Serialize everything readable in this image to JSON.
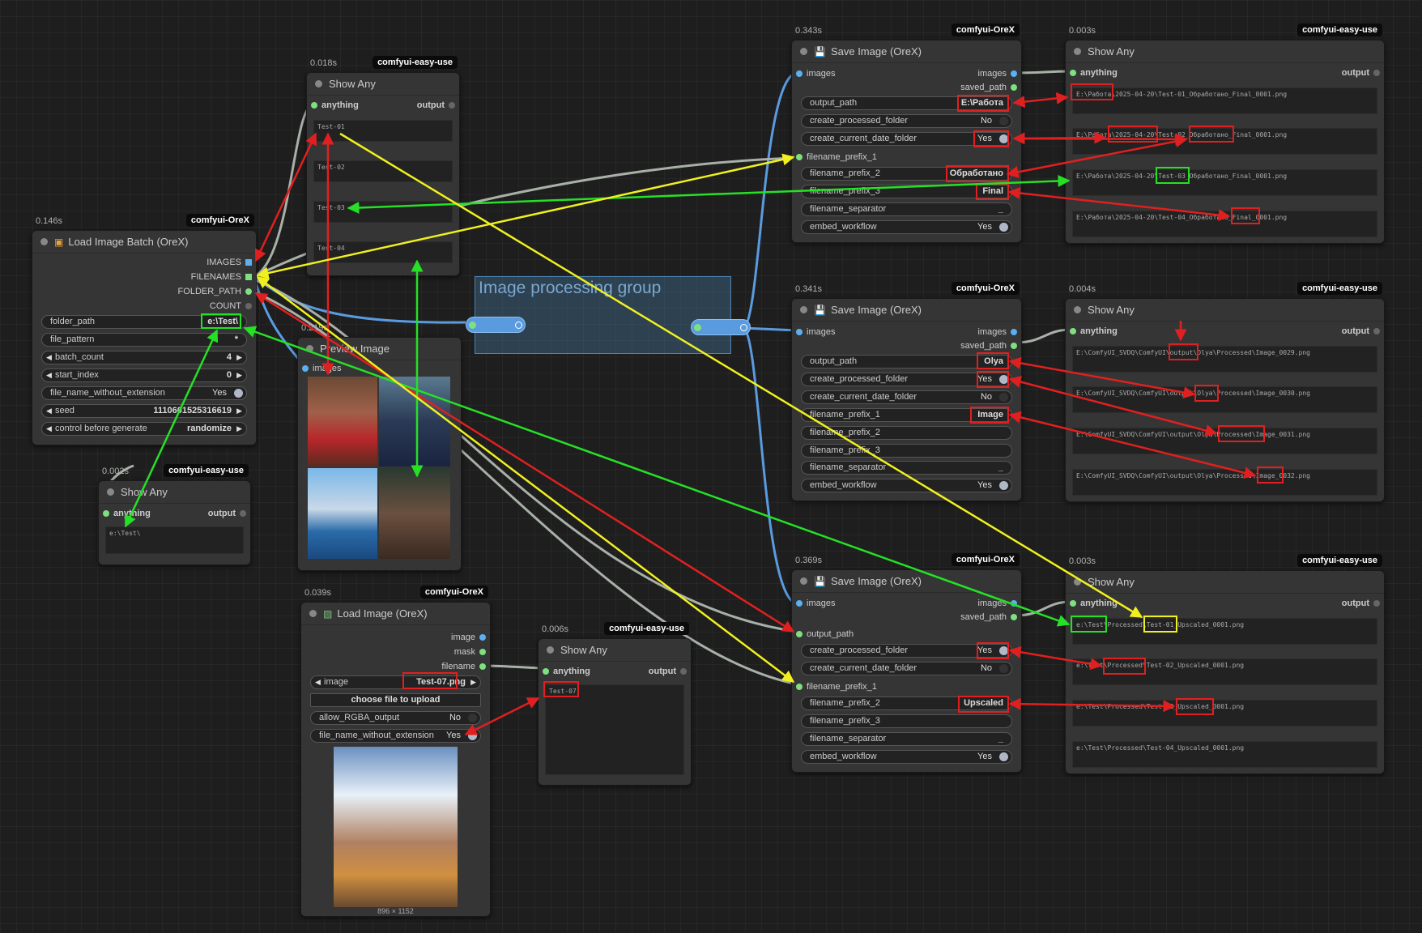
{
  "colors": {
    "images": "#5ab0f0",
    "string": "#7ee07e",
    "red": "#e02020",
    "green": "#26e026",
    "yellow": "#f0f020",
    "wire_gray": "#a8b0a8",
    "wire_blue": "#5a9be0"
  },
  "group": {
    "title": "Image processing group"
  },
  "reroutes": [
    "Reroute",
    "Reroute"
  ],
  "load_batch": {
    "time": "0.146s",
    "badge": "comfyui-OreX",
    "icon": "package-icon",
    "title": "Load Image Batch (OreX)",
    "outputs": [
      "IMAGES",
      "FILENAMES",
      "FOLDER_PATH",
      "COUNT"
    ],
    "widgets": {
      "folder_path": {
        "label": "folder_path",
        "value": "e:\\Test\\"
      },
      "file_pattern": {
        "label": "file_pattern",
        "value": "*"
      },
      "batch_count": {
        "label": "batch_count",
        "value": "4"
      },
      "start_index": {
        "label": "start_index",
        "value": "0"
      },
      "fnwe": {
        "label": "file_name_without_extension",
        "value": "Yes"
      },
      "seed": {
        "label": "seed",
        "value": "1110601525316619"
      },
      "cbg": {
        "label": "control before generate",
        "value": "randomize"
      }
    }
  },
  "show_any_1": {
    "time": "0.018s",
    "badge": "comfyui-easy-use",
    "title": "Show Any",
    "input": "anything",
    "output": "output",
    "texts": [
      "Test-01",
      "Test-02",
      "Test-03",
      "Test-04"
    ]
  },
  "show_any_2": {
    "time": "0.002s",
    "badge": "comfyui-easy-use",
    "title": "Show Any",
    "input": "anything",
    "output": "output",
    "texts": [
      "e:\\Test\\"
    ]
  },
  "preview": {
    "time": "0.219s",
    "title": "Preview Image",
    "input": "images"
  },
  "load_image": {
    "time": "0.039s",
    "badge": "comfyui-OreX",
    "title": "Load Image (OreX)",
    "outputs": [
      "image",
      "mask",
      "filename"
    ],
    "widgets": {
      "image": {
        "label": "image",
        "value": "Test-07.png"
      },
      "upload": "choose file to upload",
      "rgba": {
        "label": "allow_RGBA_output",
        "value": "No"
      },
      "fnwe": {
        "label": "file_name_without_extension",
        "value": "Yes"
      }
    },
    "size": "896 × 1152"
  },
  "show_any_3": {
    "time": "0.006s",
    "badge": "comfyui-easy-use",
    "title": "Show Any",
    "input": "anything",
    "output": "output",
    "texts": [
      "Test-07"
    ]
  },
  "save_1": {
    "time": "0.343s",
    "badge": "comfyui-OreX",
    "title": "Save Image (OreX)",
    "inputs": [
      "images",
      "filename_prefix_1"
    ],
    "outputs": [
      "images",
      "saved_path"
    ],
    "widgets": {
      "output_path": {
        "label": "output_path",
        "value": "E:\\Работа"
      },
      "cpf": {
        "label": "create_processed_folder",
        "value": "No"
      },
      "ccdf": {
        "label": "create_current_date_folder",
        "value": "Yes"
      },
      "fp2": {
        "label": "filename_prefix_2",
        "value": "Обработано"
      },
      "fp3": {
        "label": "filename_prefix_3",
        "value": "Final"
      },
      "sep": {
        "label": "filename_separator",
        "value": "_"
      },
      "emb": {
        "label": "embed_workflow",
        "value": "Yes"
      }
    }
  },
  "save_2": {
    "time": "0.341s",
    "badge": "comfyui-OreX",
    "title": "Save Image (OreX)",
    "inputs": [
      "images"
    ],
    "outputs": [
      "images",
      "saved_path"
    ],
    "widgets": {
      "output_path": {
        "label": "output_path",
        "value": "Olya"
      },
      "cpf": {
        "label": "create_processed_folder",
        "value": "Yes"
      },
      "ccdf": {
        "label": "create_current_date_folder",
        "value": "No"
      },
      "fp1": {
        "label": "filename_prefix_1",
        "value": "Image"
      },
      "fp2": {
        "label": "filename_prefix_2",
        "value": ""
      },
      "fp3": {
        "label": "filename_prefix_3",
        "value": ""
      },
      "sep": {
        "label": "filename_separator",
        "value": "_"
      },
      "emb": {
        "label": "embed_workflow",
        "value": "Yes"
      }
    }
  },
  "save_3": {
    "time": "0.369s",
    "badge": "comfyui-OreX",
    "title": "Save Image (OreX)",
    "inputs": [
      "images",
      "output_path",
      "filename_prefix_1"
    ],
    "outputs": [
      "images",
      "saved_path"
    ],
    "widgets": {
      "cpf": {
        "label": "create_processed_folder",
        "value": "Yes"
      },
      "ccdf": {
        "label": "create_current_date_folder",
        "value": "No"
      },
      "fp2": {
        "label": "filename_prefix_2",
        "value": "Upscaled"
      },
      "fp3": {
        "label": "filename_prefix_3",
        "value": ""
      },
      "sep": {
        "label": "filename_separator",
        "value": "_"
      },
      "emb": {
        "label": "embed_workflow",
        "value": "Yes"
      }
    }
  },
  "show_r1": {
    "time": "0.003s",
    "badge": "comfyui-easy-use",
    "title": "Show Any",
    "input": "anything",
    "output": "output",
    "texts": [
      "E:\\Работа\\2025-04-20\\Test-01_Обработано_Final_0001.png",
      "E:\\Работа\\2025-04-20\\Test-02_Обработано_Final_0001.png",
      "E:\\Работа\\2025-04-20\\Test-03_Обработано_Final_0001.png",
      "E:\\Работа\\2025-04-20\\Test-04_Обработано_Final_0001.png"
    ]
  },
  "show_r2": {
    "time": "0.004s",
    "badge": "comfyui-easy-use",
    "title": "Show Any",
    "input": "anything",
    "output": "output",
    "texts": [
      "E:\\ComfyUI_SVDQ\\ComfyUI\\output\\Olya\\Processed\\Image_0029.png",
      "E:\\ComfyUI_SVDQ\\ComfyUI\\output\\Olya\\Processed\\Image_0030.png",
      "E:\\ComfyUI_SVDQ\\ComfyUI\\output\\Olya\\Processed\\Image_0031.png",
      "E:\\ComfyUI_SVDQ\\ComfyUI\\output\\Olya\\Processed\\Image_0032.png"
    ]
  },
  "show_r3": {
    "time": "0.003s",
    "badge": "comfyui-easy-use",
    "title": "Show Any",
    "input": "anything",
    "output": "output",
    "texts": [
      "e:\\Test\\Processed\\Test-01_Upscaled_0001.png",
      "e:\\Test\\Processed\\Test-02_Upscaled_0001.png",
      "e:\\Test\\Processed\\Test-03_Upscaled_0001.png",
      "e:\\Test\\Processed\\Test-04_Upscaled_0001.png"
    ]
  }
}
